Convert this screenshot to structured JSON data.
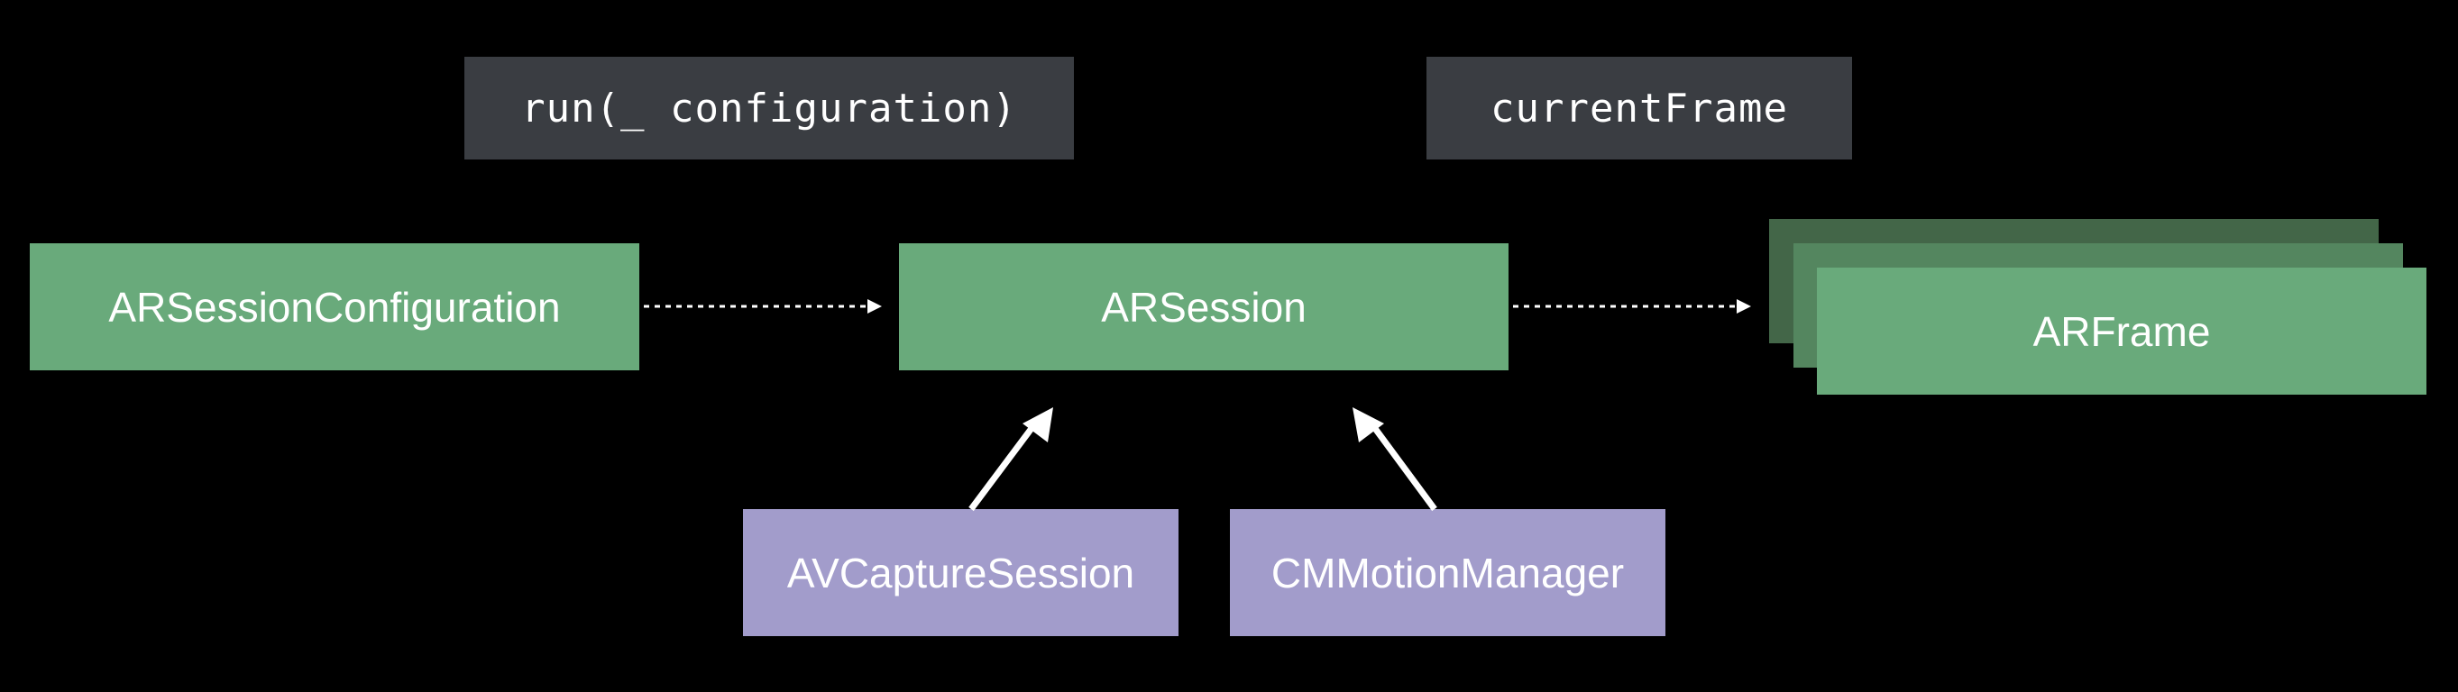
{
  "colors": {
    "background": "#000000",
    "code_box": "#3a3d42",
    "green": "#69aa7b",
    "green_mid": "#54865f",
    "green_dark": "#436648",
    "purple": "#a29ccb",
    "text": "#ffffff",
    "arrow": "#ffffff"
  },
  "code_labels": {
    "run": "run(_ configuration)",
    "current_frame": "currentFrame"
  },
  "boxes": {
    "configuration": "ARSessionConfiguration",
    "session": "ARSession",
    "frame": "ARFrame",
    "capture": "AVCaptureSession",
    "motion": "CMMotionManager"
  },
  "arrows": [
    {
      "from": "configuration",
      "to": "session",
      "style": "dotted"
    },
    {
      "from": "session",
      "to": "frame",
      "style": "dotted"
    },
    {
      "from": "capture",
      "to": "session",
      "style": "solid"
    },
    {
      "from": "motion",
      "to": "session",
      "style": "solid"
    }
  ]
}
